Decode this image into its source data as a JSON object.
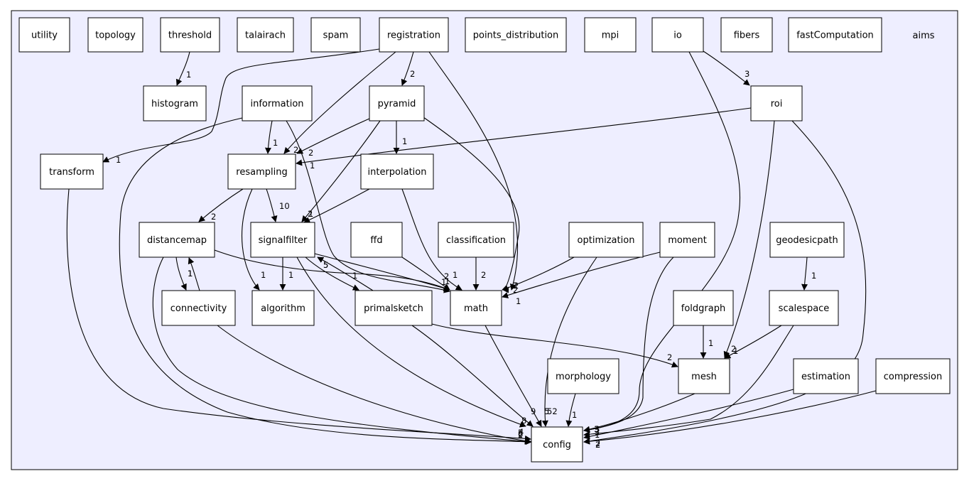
{
  "cluster": {
    "label": "aims"
  },
  "nodes": [
    {
      "id": "utility",
      "label": "utility"
    },
    {
      "id": "topology",
      "label": "topology"
    },
    {
      "id": "threshold",
      "label": "threshold"
    },
    {
      "id": "talairach",
      "label": "talairach"
    },
    {
      "id": "spam",
      "label": "spam"
    },
    {
      "id": "registration",
      "label": "registration"
    },
    {
      "id": "points_distribution",
      "label": "points_distribution"
    },
    {
      "id": "mpi",
      "label": "mpi"
    },
    {
      "id": "io",
      "label": "io"
    },
    {
      "id": "fibers",
      "label": "fibers"
    },
    {
      "id": "fastComputation",
      "label": "fastComputation"
    },
    {
      "id": "histogram",
      "label": "histogram"
    },
    {
      "id": "information",
      "label": "information"
    },
    {
      "id": "pyramid",
      "label": "pyramid"
    },
    {
      "id": "roi",
      "label": "roi"
    },
    {
      "id": "transform",
      "label": "transform"
    },
    {
      "id": "resampling",
      "label": "resampling"
    },
    {
      "id": "interpolation",
      "label": "interpolation"
    },
    {
      "id": "distancemap",
      "label": "distancemap"
    },
    {
      "id": "signalfilter",
      "label": "signalfilter"
    },
    {
      "id": "ffd",
      "label": "ffd"
    },
    {
      "id": "classification",
      "label": "classification"
    },
    {
      "id": "optimization",
      "label": "optimization"
    },
    {
      "id": "moment",
      "label": "moment"
    },
    {
      "id": "geodesicpath",
      "label": "geodesicpath"
    },
    {
      "id": "connectivity",
      "label": "connectivity"
    },
    {
      "id": "algorithm",
      "label": "algorithm"
    },
    {
      "id": "primalsketch",
      "label": "primalsketch"
    },
    {
      "id": "math",
      "label": "math"
    },
    {
      "id": "foldgraph",
      "label": "foldgraph"
    },
    {
      "id": "scalespace",
      "label": "scalespace"
    },
    {
      "id": "morphology",
      "label": "morphology"
    },
    {
      "id": "mesh",
      "label": "mesh"
    },
    {
      "id": "estimation",
      "label": "estimation"
    },
    {
      "id": "compression",
      "label": "compression"
    },
    {
      "id": "config",
      "label": "config"
    }
  ],
  "edges": [
    {
      "from": "threshold",
      "to": "histogram",
      "label": "1"
    },
    {
      "from": "registration",
      "to": "transform",
      "label": "1"
    },
    {
      "from": "registration",
      "to": "pyramid",
      "label": "2"
    },
    {
      "from": "registration",
      "to": "resampling",
      "label": "2"
    },
    {
      "from": "registration",
      "to": "math",
      "label": "2"
    },
    {
      "from": "io",
      "to": "roi",
      "label": "3"
    },
    {
      "from": "io",
      "to": "config",
      "label": "3"
    },
    {
      "from": "information",
      "to": "resampling",
      "label": "1"
    },
    {
      "from": "information",
      "to": "math",
      "label": "1"
    },
    {
      "from": "information",
      "to": "config",
      "label": "6"
    },
    {
      "from": "pyramid",
      "to": "resampling",
      "label": "2"
    },
    {
      "from": "pyramid",
      "to": "interpolation",
      "label": "1"
    },
    {
      "from": "pyramid",
      "to": "signalfilter",
      "label": "1"
    },
    {
      "from": "pyramid",
      "to": "math",
      "label": "2"
    },
    {
      "from": "roi",
      "to": "resampling",
      "label": "1"
    },
    {
      "from": "roi",
      "to": "mesh",
      "label": "1"
    },
    {
      "from": "roi",
      "to": "config",
      "label": "2"
    },
    {
      "from": "transform",
      "to": "config",
      "label": "2"
    },
    {
      "from": "resampling",
      "to": "distancemap",
      "label": "2"
    },
    {
      "from": "resampling",
      "to": "signalfilter",
      "label": "10"
    },
    {
      "from": "resampling",
      "to": "algorithm",
      "label": "1"
    },
    {
      "from": "interpolation",
      "to": "signalfilter",
      "label": "2"
    },
    {
      "from": "interpolation",
      "to": "math",
      "label": "1"
    },
    {
      "from": "distancemap",
      "to": "connectivity",
      "label": "1"
    },
    {
      "from": "distancemap",
      "to": "math",
      "label": "1"
    },
    {
      "from": "distancemap",
      "to": "config",
      "label": "5"
    },
    {
      "from": "connectivity",
      "to": "distancemap",
      "label": "1"
    },
    {
      "from": "connectivity",
      "to": "config",
      "label": "4"
    },
    {
      "from": "signalfilter",
      "to": "algorithm",
      "label": "1"
    },
    {
      "from": "signalfilter",
      "to": "primalsketch",
      "label": "1"
    },
    {
      "from": "signalfilter",
      "to": "math",
      "label": "5"
    },
    {
      "from": "signalfilter",
      "to": "config",
      "label": "8"
    },
    {
      "from": "primalsketch",
      "to": "signalfilter",
      "label": "5"
    },
    {
      "from": "primalsketch",
      "to": "mesh",
      "label": "2"
    },
    {
      "from": "primalsketch",
      "to": "config",
      "label": "9"
    },
    {
      "from": "ffd",
      "to": "math",
      "label": "2"
    },
    {
      "from": "classification",
      "to": "math",
      "label": "2"
    },
    {
      "from": "optimization",
      "to": "math",
      "label": "2"
    },
    {
      "from": "optimization",
      "to": "config",
      "label": "5"
    },
    {
      "from": "moment",
      "to": "math",
      "label": "1"
    },
    {
      "from": "moment",
      "to": "config",
      "label": "3"
    },
    {
      "from": "math",
      "to": "config",
      "label": "52"
    },
    {
      "from": "geodesicpath",
      "to": "scalespace",
      "label": "1"
    },
    {
      "from": "foldgraph",
      "to": "mesh",
      "label": "1"
    },
    {
      "from": "scalespace",
      "to": "mesh",
      "label": "2"
    },
    {
      "from": "scalespace",
      "to": "config",
      "label": "3"
    },
    {
      "from": "morphology",
      "to": "config",
      "label": "1"
    },
    {
      "from": "mesh",
      "to": "config",
      "label": "3"
    },
    {
      "from": "estimation",
      "to": "config",
      "label": "1"
    },
    {
      "from": "compression",
      "to": "config",
      "label": "2"
    }
  ]
}
